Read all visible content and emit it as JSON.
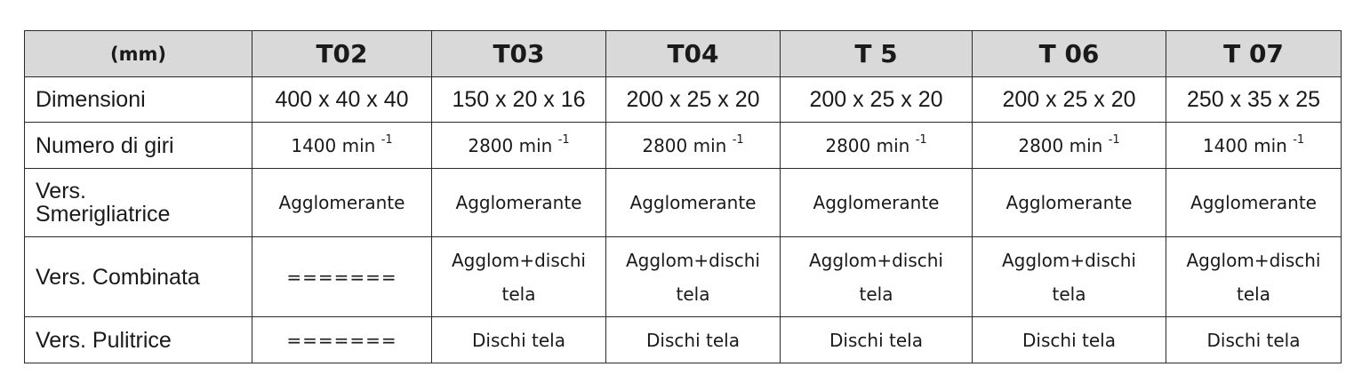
{
  "table": {
    "unit_header": "(mm)",
    "models": [
      "T02",
      "T03",
      "T04",
      "T 5",
      "T 06",
      "T 07"
    ],
    "rows": {
      "dimensioni": {
        "label": "Dimensioni",
        "values": [
          "400 x 40 x 40",
          "150 x 20 x 16",
          "200 x 25 x 20",
          "200 x 25 x 20",
          "200 x 25 x 20",
          "250 x 35 x 25"
        ]
      },
      "giri": {
        "label": "Numero di giri",
        "unit_sup": "-1",
        "values": [
          "1400 min",
          "2800 min",
          "2800 min",
          "2800 min",
          "2800 min",
          "1400 min"
        ]
      },
      "smerigliatrice": {
        "label_line1": "Vers.",
        "label_line2": "Smerigliatrice",
        "values": [
          "Agglomerante",
          "Agglomerante",
          "Agglomerante",
          "Agglomerante",
          "Agglomerante",
          "Agglomerante"
        ]
      },
      "combinata": {
        "label": "Vers. Combinata",
        "values": [
          {
            "line1": "=======",
            "line2": ""
          },
          {
            "line1": "Agglom+dischi",
            "line2": "tela"
          },
          {
            "line1": "Agglom+dischi",
            "line2": "tela"
          },
          {
            "line1": "Agglom+dischi",
            "line2": "tela"
          },
          {
            "line1": "Agglom+dischi",
            "line2": "tela"
          },
          {
            "line1": "Agglom+dischi",
            "line2": "tela"
          }
        ]
      },
      "pulitrice": {
        "label": "Vers. Pulitrice",
        "values": [
          "=======",
          "Dischi tela",
          "Dischi tela",
          "Dischi tela",
          "Dischi tela",
          "Dischi tela"
        ]
      }
    }
  }
}
